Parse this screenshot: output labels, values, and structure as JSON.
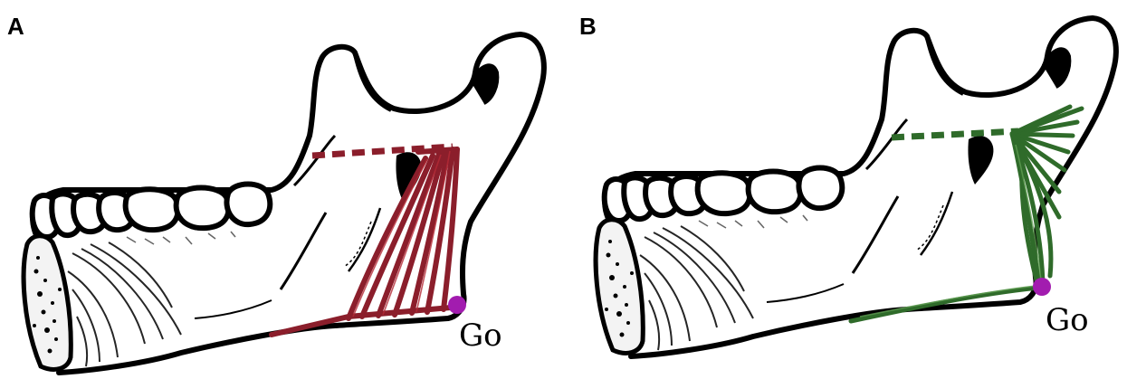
{
  "panels": [
    {
      "label": "A",
      "point_label": "Go",
      "colors": {
        "fibers": "#8b1e2b",
        "fiber_highlight": "#b52a36",
        "point": "#a21caf",
        "bone_outline": "#000000"
      }
    },
    {
      "label": "B",
      "point_label": "Go",
      "colors": {
        "fibers": "#2f6b2a",
        "fiber_highlight": "#5f9e52",
        "point": "#a21caf",
        "bone_outline": "#000000"
      }
    }
  ]
}
